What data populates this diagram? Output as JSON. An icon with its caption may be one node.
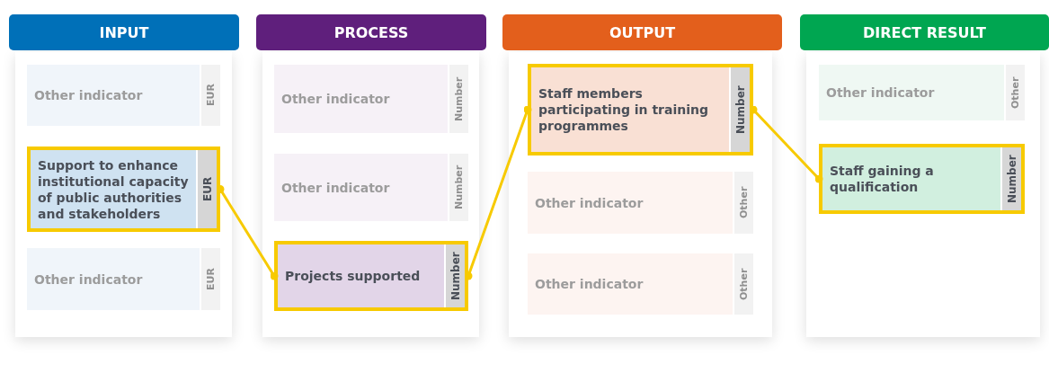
{
  "diagram": {
    "nodes": [
      {
        "text": [
          "INPUT"
        ]
      },
      {
        "text": [
          "Other indicator",
          "EUR"
        ],
        "in": 0
      },
      {
        "text": [
          "Support to enhance institutional capacity of public authorities and stakeholders",
          "EUR"
        ],
        "in": 0
      },
      {
        "text": [
          "Other indicator",
          "EUR"
        ],
        "in": 0
      },
      {
        "text": [
          "PROCESS"
        ]
      },
      {
        "text": [
          "Other indicator",
          "Number"
        ],
        "in": 4
      },
      {
        "text": [
          "Other indicator",
          "Number"
        ],
        "in": 4
      },
      {
        "text": [
          "Projects supported",
          "Number"
        ],
        "in": 4
      },
      {
        "text": [
          "OUTPUT"
        ]
      },
      {
        "text": [
          "Staff members participating in training programmes",
          "Number"
        ],
        "in": 8
      },
      {
        "text": [
          "Other indicator",
          "Other"
        ],
        "in": 8
      },
      {
        "text": [
          "Other indicator",
          "Other"
        ],
        "in": 8
      },
      {
        "text": [
          "DIRECT RESULT"
        ]
      },
      {
        "text": [
          "Other indicator",
          "Other"
        ],
        "in": 12
      },
      {
        "text": [
          "Staff gaining a qualification",
          "Number"
        ],
        "in": 12
      }
    ],
    "edges": [
      {
        "from": 2,
        "to": 7,
        "arrow": "other"
      },
      {
        "from": 7,
        "to": 9,
        "arrow": "other"
      },
      {
        "from": 9,
        "to": 14,
        "arrow": "other"
      }
    ]
  }
}
